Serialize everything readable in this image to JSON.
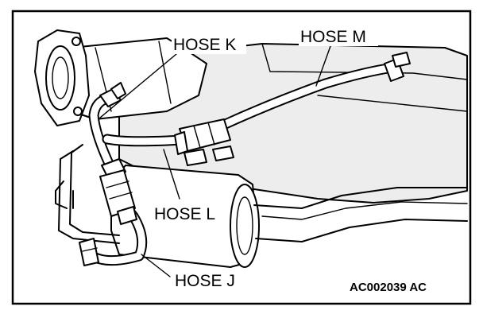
{
  "labels": {
    "hose_k": "HOSE K",
    "hose_m": "HOSE M",
    "hose_l": "HOSE L",
    "hose_j": "HOSE J"
  },
  "figure_id": "AC002039 AC",
  "colors": {
    "line": "#000000",
    "background": "#ffffff"
  }
}
